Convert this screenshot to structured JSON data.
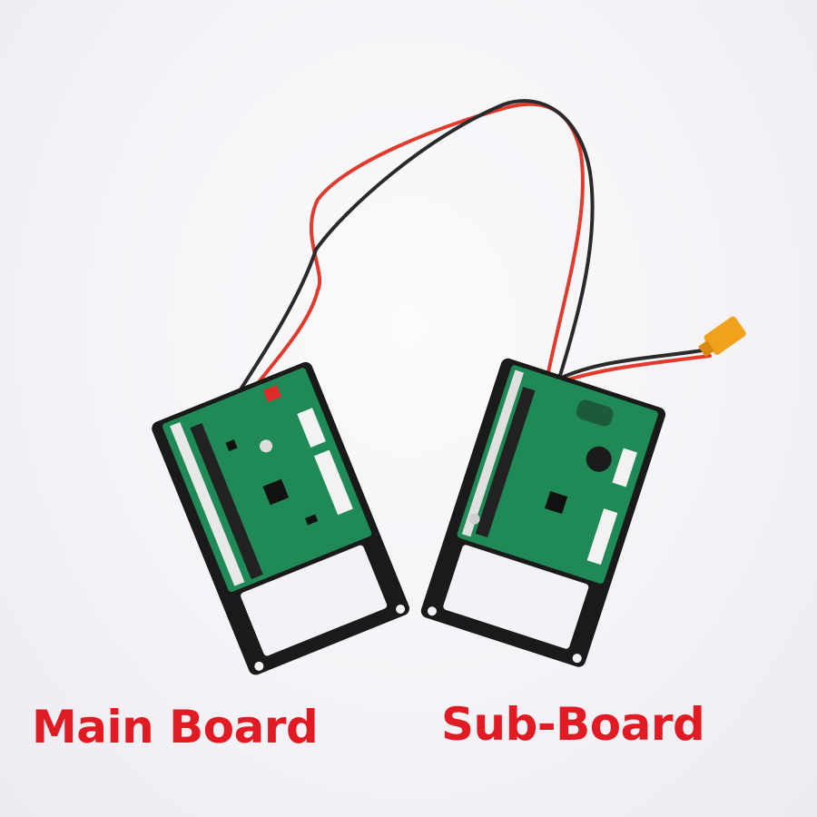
{
  "image": {
    "description": "Product photo of a hoverboard main board and sub-board connected by red and black wires, with an XT60 yellow connector",
    "background_color": "#f4f3f7"
  },
  "labels": {
    "main_board": "Main Board",
    "sub_board": "Sub-Board"
  },
  "colors": {
    "label_text": "#e01b24",
    "pcb_green": "#1f8a55",
    "bracket_black": "#1a1a1a",
    "wire_red": "#e23a2c",
    "wire_black": "#2a2a2a",
    "connector_yellow": "#f0a21c"
  }
}
